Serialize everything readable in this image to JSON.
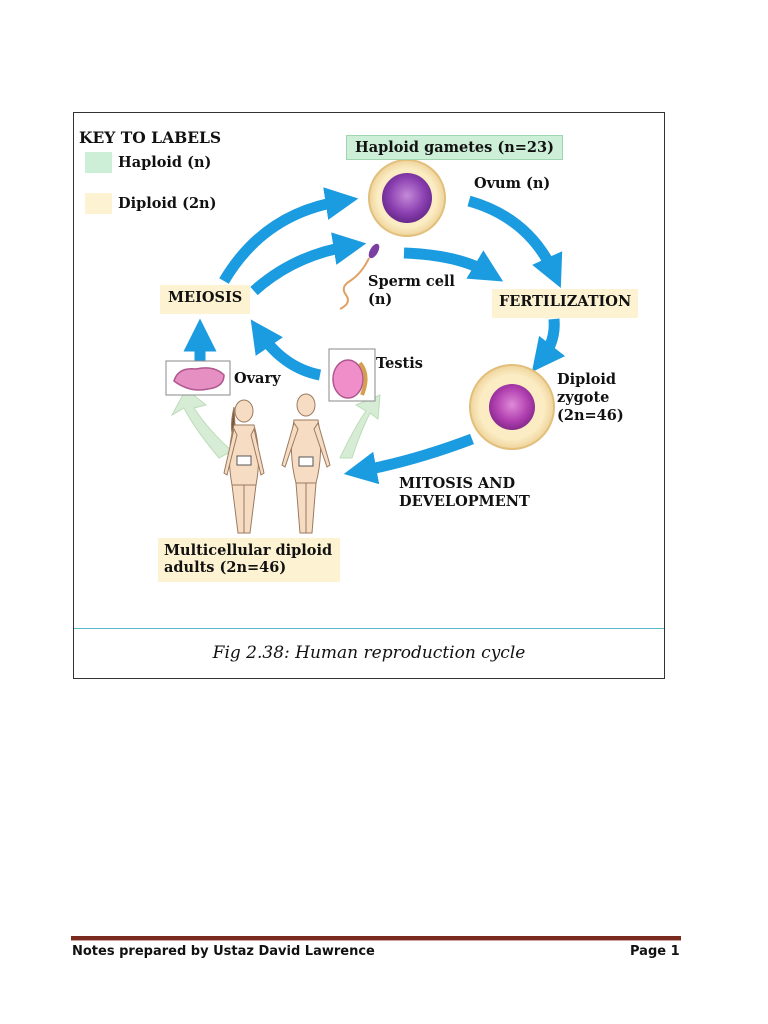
{
  "key": {
    "title": "KEY TO LABELS",
    "haploid_label": "Haploid (n)",
    "diploid_label": "Diploid (2n)",
    "haploid_color": "#cdeed7",
    "diploid_color": "#fdf3d2"
  },
  "stages": {
    "haploid_gametes": "Haploid gametes (n=23)",
    "ovum": "Ovum (n)",
    "sperm_line1": "Sperm cell",
    "sperm_line2": "(n)",
    "meiosis": "MEIOSIS",
    "fertilization": "FERTILIZATION",
    "testis": "Testis",
    "ovary": "Ovary",
    "zygote_line1": "Diploid",
    "zygote_line2": "zygote",
    "zygote_line3": "(2n=46)",
    "mitosis_line1": "MITOSIS AND",
    "mitosis_line2": "DEVELOPMENT",
    "adults_line1": "Multicellular diploid",
    "adults_line2": "adults (2n=46)"
  },
  "caption": "Fig 2.38: Human reproduction cycle",
  "footer": {
    "left": "Notes prepared by Ustaz David Lawrence",
    "right": "Page 1"
  },
  "colors": {
    "arrow": "#1b9be0",
    "faded_arrow": "#d7ecd5",
    "cell_fill": "#f9e7b5",
    "nucleus": "#8a3fb0",
    "rule": "#7b2a20"
  }
}
